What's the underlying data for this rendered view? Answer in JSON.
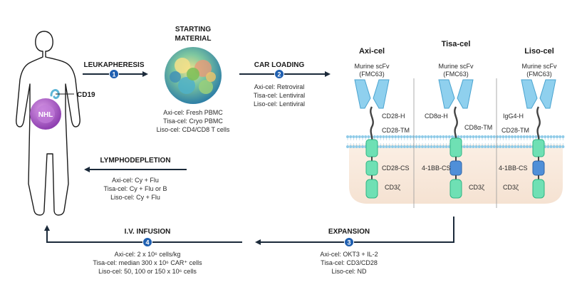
{
  "colors": {
    "arrow": "#1b2a3a",
    "badge": "#1f5fb0",
    "ecd": "#8fd0ee",
    "ecd_stroke": "#4aa3cf",
    "green": "#6fe0b4",
    "green_stroke": "#2fb583",
    "blue": "#4f8fd8",
    "blue_stroke": "#2f65a8",
    "membrane_head": "#8fcbe8",
    "cytoplasm": "#f7e9dd",
    "nhl": "#b25ad0",
    "cd19": "#5db5d6"
  },
  "patient": {
    "nhl_label": "NHL",
    "cd19_label": "CD19"
  },
  "steps": [
    {
      "number": "1",
      "title": "LEUKAPHERESIS"
    },
    {
      "number": "2",
      "title": "CAR LOADING",
      "lines": [
        "Axi-cel: Retroviral",
        "Tisa-cel: Lentiviral",
        "Liso-cel: Lentiviral"
      ]
    },
    {
      "number": "3",
      "title": "EXPANSION",
      "lines": [
        "Axi-cel: OKT3 + IL-2",
        "Tisa-cel: CD3/CD28",
        "Liso-cel: ND"
      ]
    },
    {
      "number": "4",
      "title": "I.V. INFUSION",
      "lines": [
        "Axi-cel: 2 x 10⁶ cells/kg",
        "Tisa-cel: median 300 x 10⁶ CAR⁺ cells",
        "Liso-cel: 50, 100 or 150 x 10⁶ cells"
      ]
    }
  ],
  "starting_material": {
    "title_line1": "STARTING",
    "title_line2": "MATERIAL",
    "lines": [
      "Axi-cel: Fresh PBMC",
      "Tisa-cel: Cryo PBMC",
      "Liso-cel: CD4/CD8 T cells"
    ]
  },
  "lymphodepletion": {
    "title": "LYMPHODEPLETION",
    "lines": [
      "Axi-cel: Cy + Flu",
      "Tisa-cel: Cy + Flu or B",
      "Liso-cel: Cy + Flu"
    ]
  },
  "products": [
    {
      "name": "Axi-cel",
      "scfv_line1": "Murine scFv",
      "scfv_line2": "(FMC63)",
      "hinge": "CD28-H",
      "tm": "CD28-TM",
      "costim": "CD28-CS",
      "zeta": "CD3ζ"
    },
    {
      "name": "Tisa-cel",
      "scfv_line1": "Murine scFv",
      "scfv_line2": "(FMC63)",
      "hinge": "CD8α-H",
      "tm": "CD8α-TM",
      "costim": "4-1BB-CS",
      "zeta": "CD3ζ"
    },
    {
      "name": "Liso-cel",
      "scfv_line1": "Murine scFv",
      "scfv_line2": "(FMC63)",
      "hinge": "IgG4-H",
      "tm": "CD28-TM",
      "costim": "4-1BB-CS",
      "zeta": "CD3ζ"
    }
  ]
}
